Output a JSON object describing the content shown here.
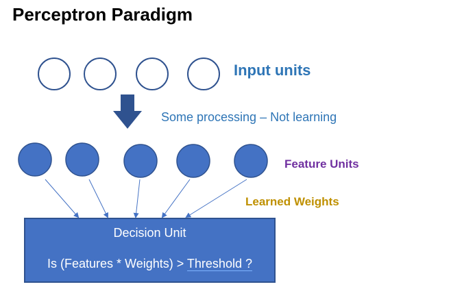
{
  "title": "Perceptron Paradigm",
  "labels": {
    "input_units": "Input units",
    "processing": "Some processing – Not learning",
    "feature_units": "Feature Units",
    "learned_weights": "Learned Weights"
  },
  "decision_unit": {
    "title": "Decision Unit",
    "rule_prefix": "Is (Features * Weights) > ",
    "rule_threshold": "Threshold ?"
  },
  "colors": {
    "accent_blue": "#2e75b6",
    "feature_fill": "#4472c4",
    "outline": "#2f528f",
    "purple": "#7030a0",
    "gold": "#bf9000"
  },
  "icons": {
    "processing_arrow": "down-arrow-icon"
  }
}
